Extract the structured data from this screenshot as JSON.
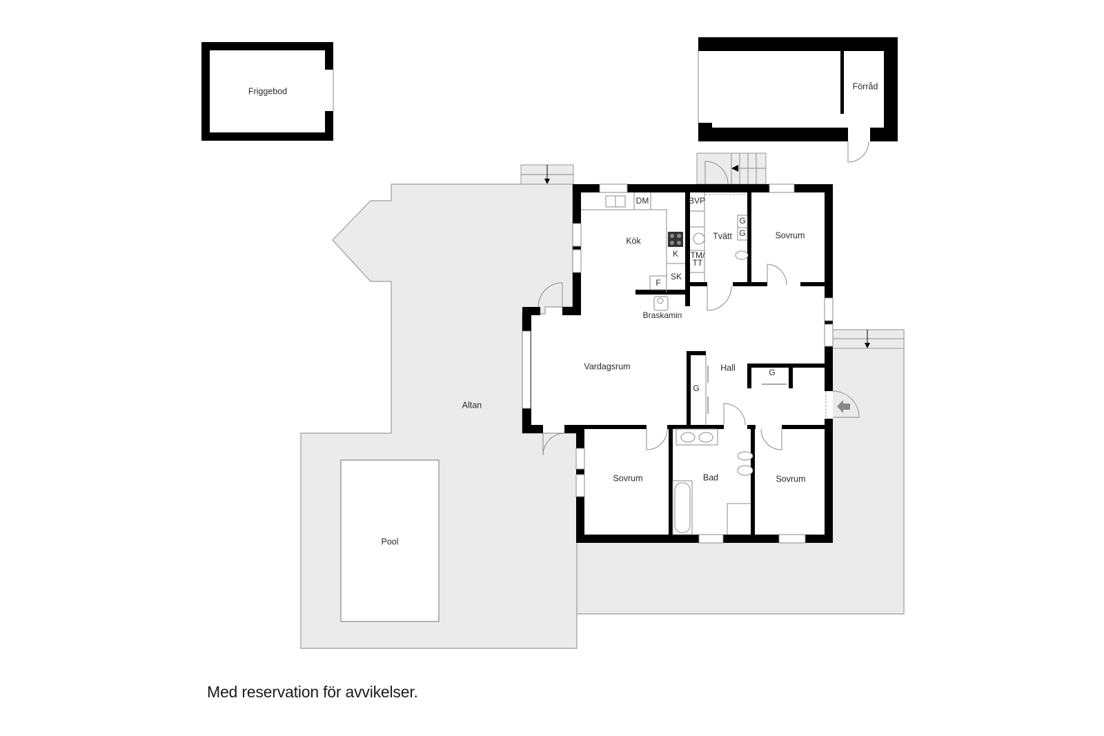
{
  "plan": {
    "rooms": {
      "friggebod": "Friggebod",
      "forrad": "Förråd",
      "kok": "Kök",
      "tvatt": "Tvätt",
      "sovrum_ne": "Sovrum",
      "vardagsrum": "Vardagsrum",
      "hall": "Hall",
      "sovrum_sw": "Sovrum",
      "bad": "Bad",
      "sovrum_se": "Sovrum",
      "altan": "Altan",
      "pool": "Pool"
    },
    "fixtures": {
      "dm": "DM",
      "bvp": "BVP",
      "k": "K",
      "sk": "SK",
      "f": "F",
      "tm_tt_1": "TM/",
      "tm_tt_2": "TT",
      "g1": "G",
      "g2": "G",
      "g_hall": "G",
      "g_closet": "G",
      "braskamin": "Braskamin"
    }
  },
  "footer": {
    "disclaimer": "Med reservation för avvikelser."
  }
}
